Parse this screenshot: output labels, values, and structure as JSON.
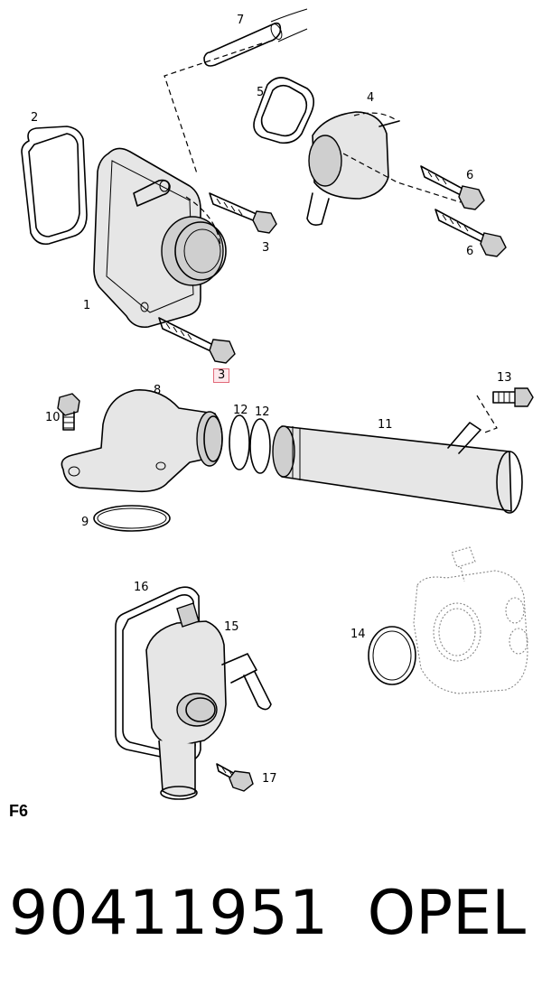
{
  "callouts": [
    {
      "id": "c7",
      "text": "7"
    },
    {
      "id": "c5",
      "text": "5"
    },
    {
      "id": "c4",
      "text": "4"
    },
    {
      "id": "c2",
      "text": "2"
    },
    {
      "id": "c6a",
      "text": "6"
    },
    {
      "id": "c6b",
      "text": "6"
    },
    {
      "id": "c3a",
      "text": "3"
    },
    {
      "id": "c1",
      "text": "1"
    },
    {
      "id": "c3b",
      "text": "3",
      "highlighted": true
    },
    {
      "id": "c13",
      "text": "13"
    },
    {
      "id": "c8",
      "text": "8"
    },
    {
      "id": "c12a",
      "text": "12"
    },
    {
      "id": "c12b",
      "text": "12"
    },
    {
      "id": "c10",
      "text": "10"
    },
    {
      "id": "c11",
      "text": "11"
    },
    {
      "id": "c9",
      "text": "9"
    },
    {
      "id": "c16",
      "text": "16"
    },
    {
      "id": "c15",
      "text": "15"
    },
    {
      "id": "c14",
      "text": "14"
    },
    {
      "id": "c17",
      "text": "17"
    }
  ],
  "highlight_color": "#e26a7a",
  "section_label": "F6",
  "part_number": "90411951",
  "brand": "OPEL"
}
